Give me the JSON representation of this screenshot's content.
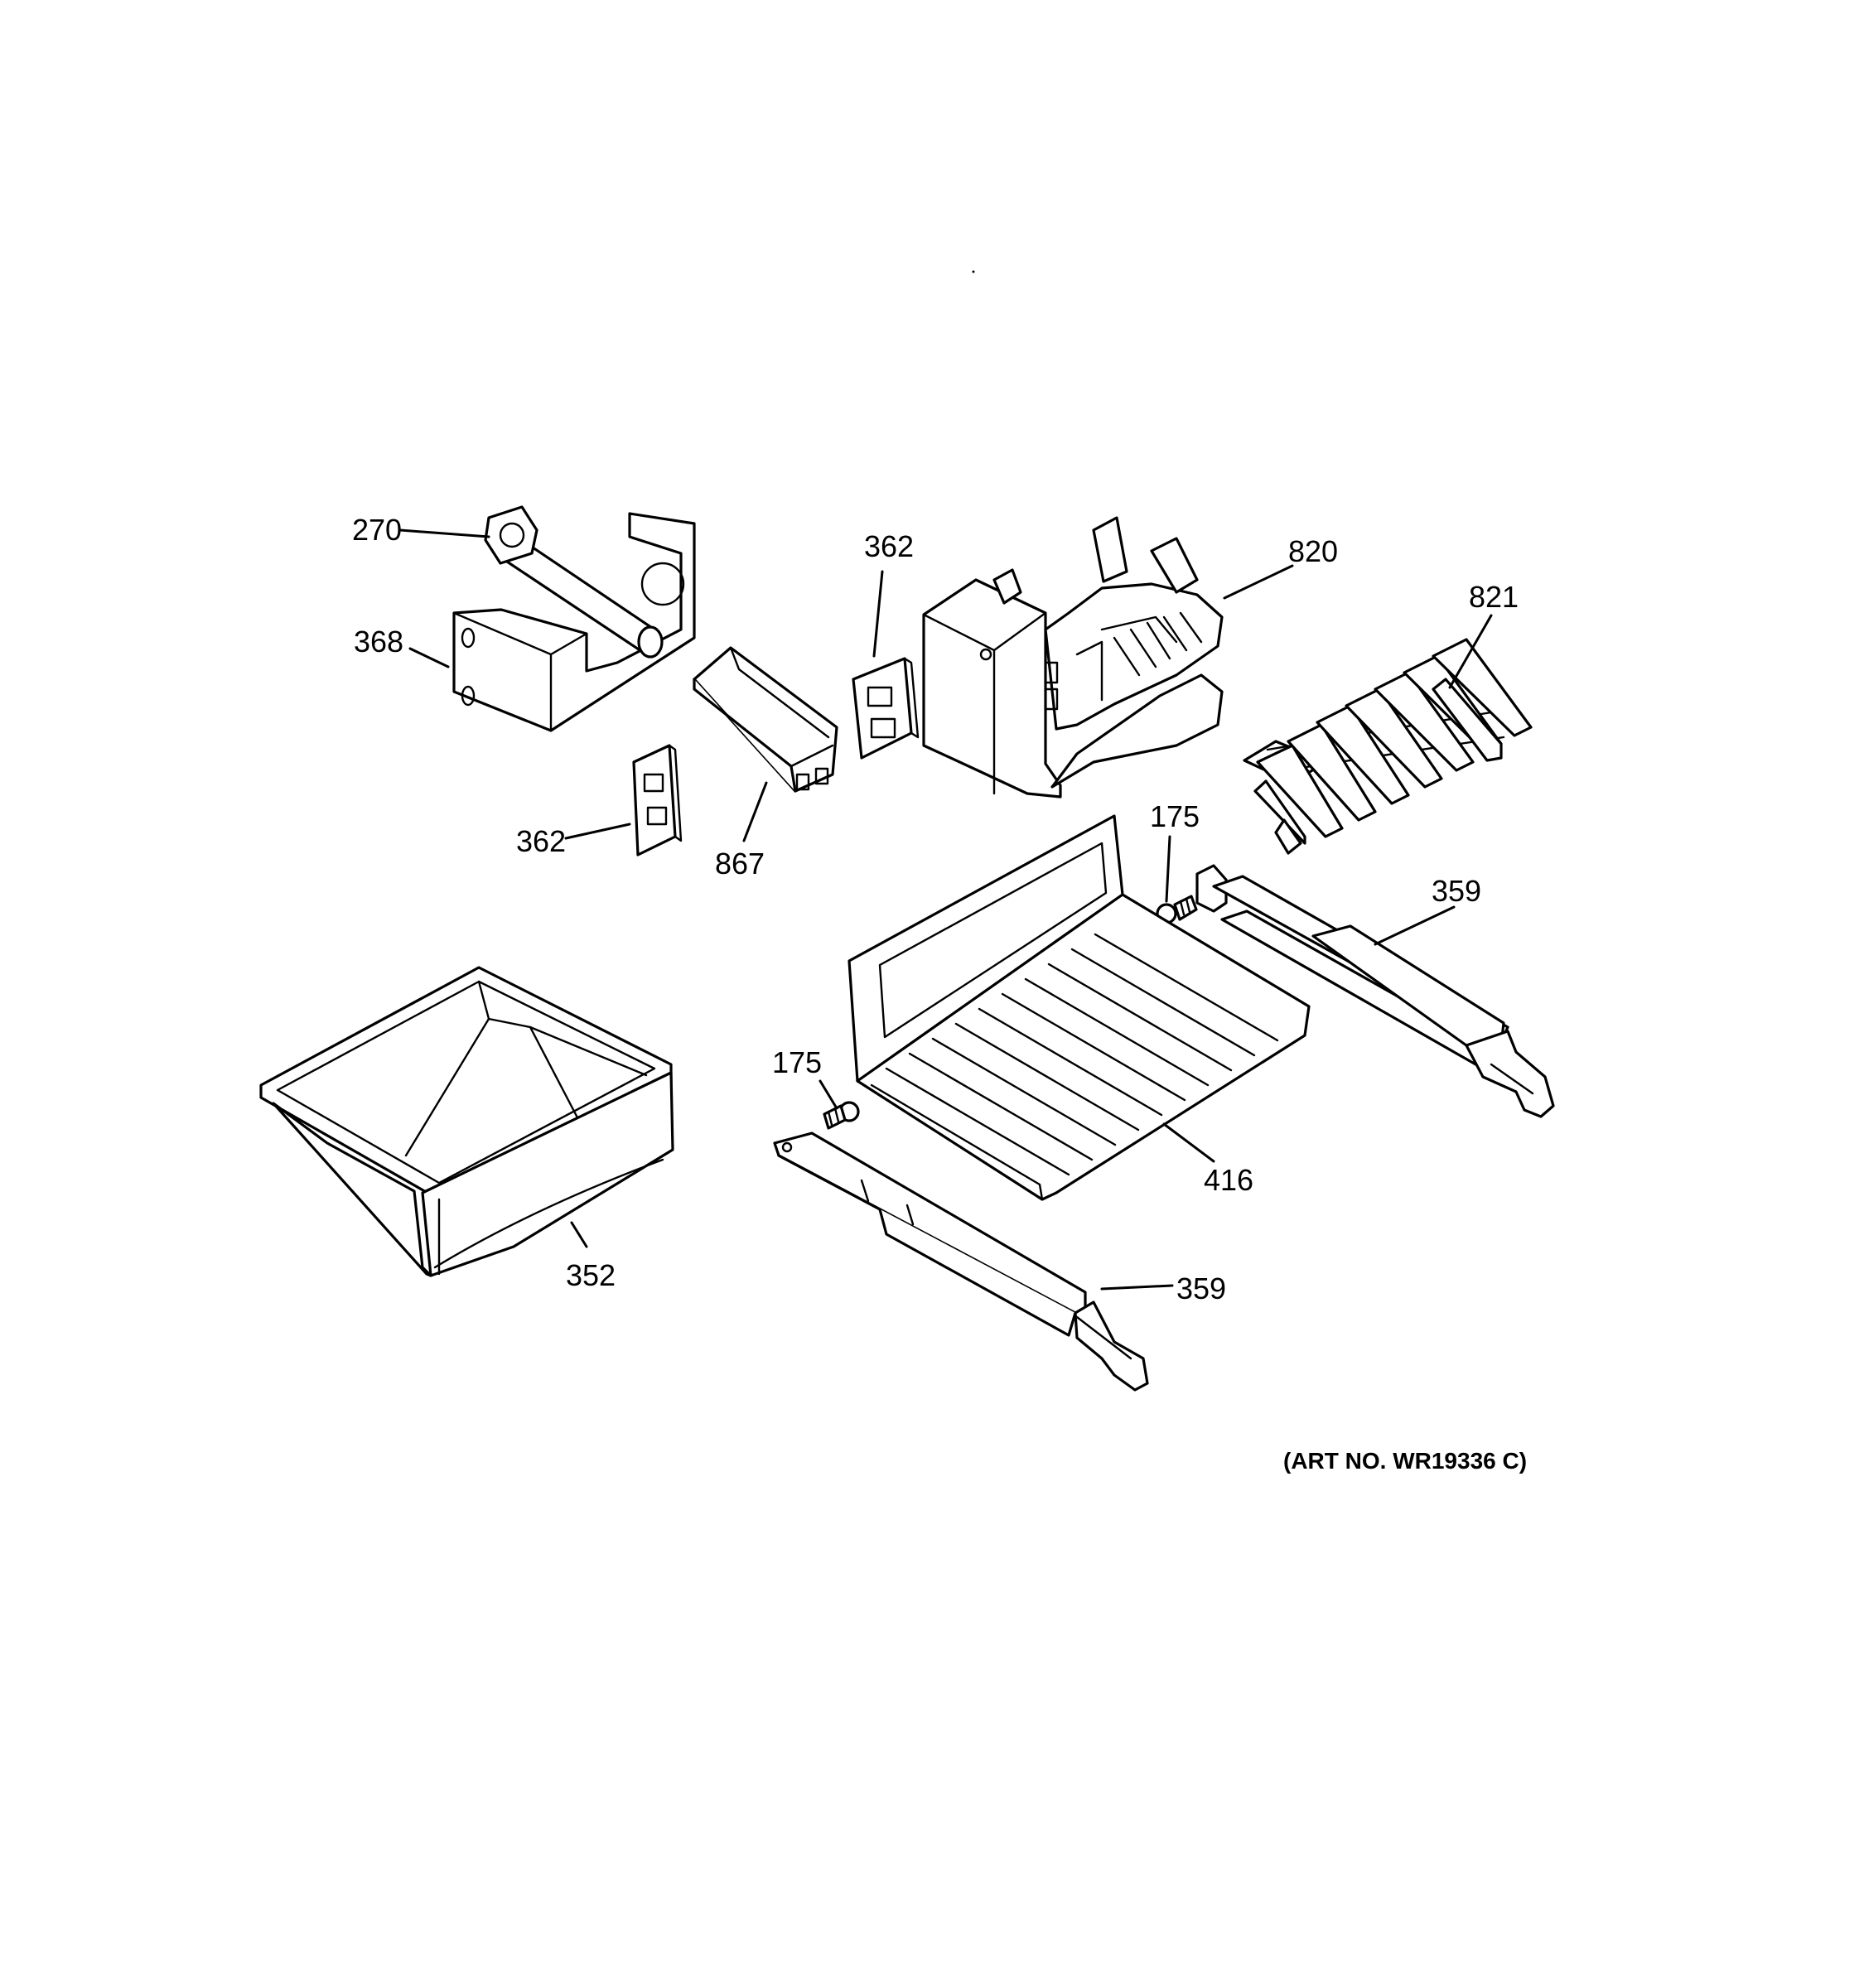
{
  "callouts": {
    "c270": "270",
    "c368": "368",
    "c362_upper": "362",
    "c362_lower": "362",
    "c867": "867",
    "c820": "820",
    "c821": "821",
    "c175_upper": "175",
    "c175_lower": "175",
    "c359_upper": "359",
    "c359_lower": "359",
    "c416": "416",
    "c352": "352"
  },
  "art_number": "(ART NO. WR19336 C)"
}
